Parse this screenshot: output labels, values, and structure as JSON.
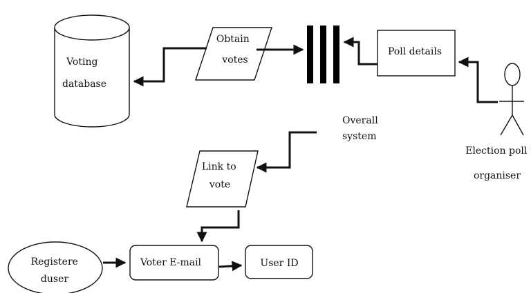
{
  "diagram": {
    "labels": {
      "voting_database": [
        "Voting",
        "database"
      ],
      "obtain_votes": [
        "Obtain",
        "votes"
      ],
      "poll_details": "Poll details",
      "overall_system": [
        "Overall",
        "system"
      ],
      "link_to_vote": [
        "Link to",
        "vote"
      ],
      "actor": [
        "Election poll",
        "organiser"
      ],
      "registered_user": [
        "Registere",
        "duser"
      ],
      "voter_email": "Voter E-mail",
      "user_id": "User ID"
    }
  }
}
